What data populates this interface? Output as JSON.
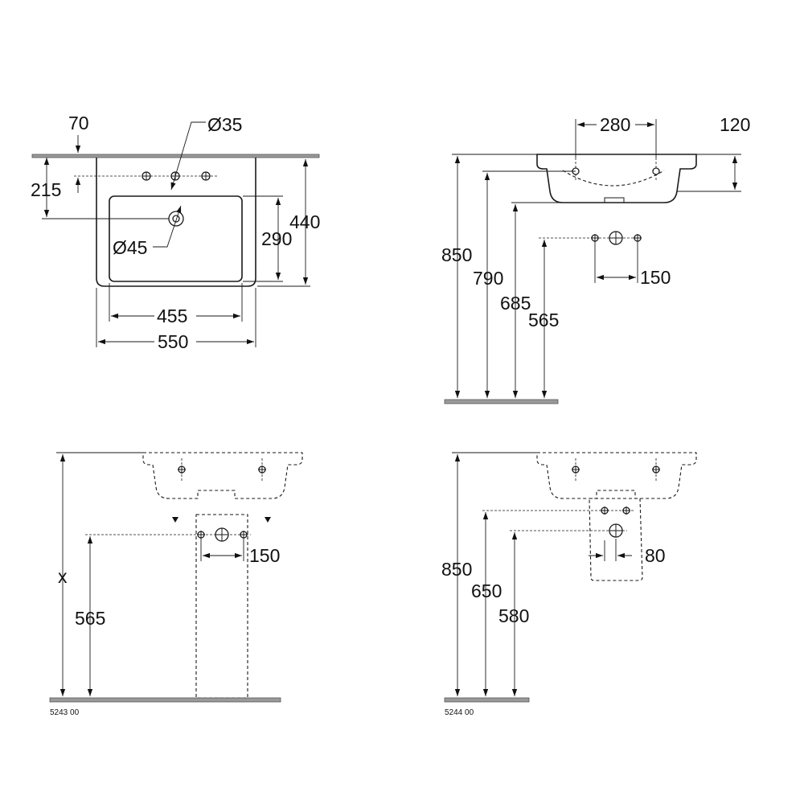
{
  "views": {
    "top": {
      "dims": {
        "d70": "70",
        "d35": "Ø35",
        "d215": "215",
        "d45": "Ø45",
        "d290": "290",
        "d440": "440",
        "d455": "455",
        "d550": "550"
      }
    },
    "side": {
      "dims": {
        "d280": "280",
        "d120": "120",
        "d850": "850",
        "d790": "790",
        "d685": "685",
        "d565": "565",
        "d150": "150"
      }
    },
    "pedestal": {
      "dims": {
        "dx": "x",
        "d565": "565",
        "d150": "150"
      },
      "code": "5243 00"
    },
    "semi_pedestal": {
      "dims": {
        "d850": "850",
        "d650": "650",
        "d580": "580",
        "d80": "80"
      },
      "code": "5244 00"
    }
  }
}
